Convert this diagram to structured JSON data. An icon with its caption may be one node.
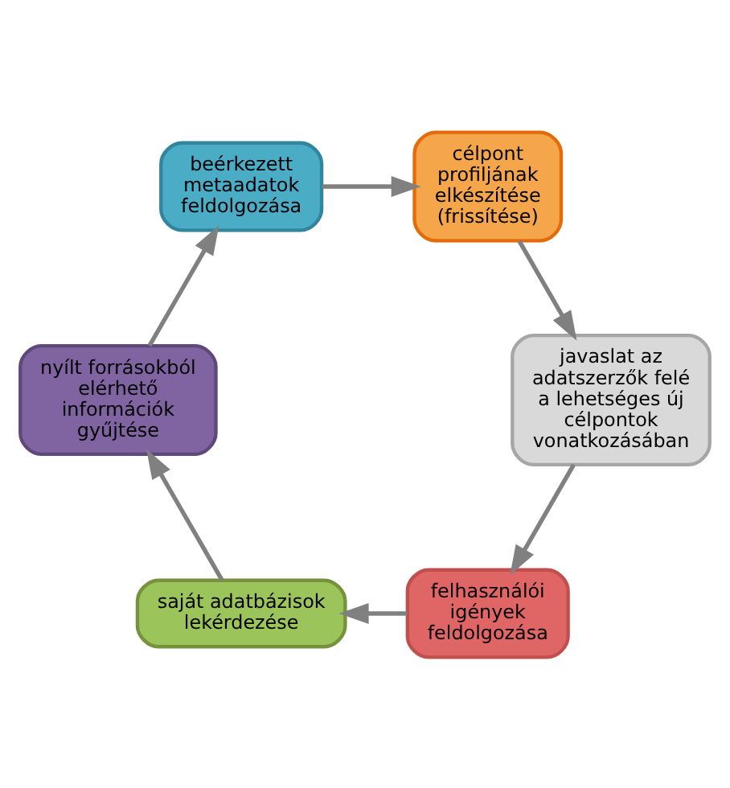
{
  "diagram": {
    "nodes": [
      {
        "text": [
          "felhasználói igények feldolgozása"
        ]
      },
      {
        "text": [
          "saját adatbázisok lekérdezése"
        ]
      },
      {
        "text": [
          "nyílt forrásokból elérhető információk gyűjtése"
        ]
      },
      {
        "text": [
          "beérkezett metaadatok feldolgozása"
        ]
      },
      {
        "text": [
          "célpont profiljának elkészítése (frissítése)"
        ]
      },
      {
        "text": [
          "javaslat az adatszerzők felé a lehetséges új célpontok vonatkozásában"
        ]
      }
    ],
    "edges": [
      {
        "from": 0,
        "to": 1,
        "arrow": "to"
      },
      {
        "from": 1,
        "to": 2,
        "arrow": "to"
      },
      {
        "from": 2,
        "to": 3,
        "arrow": "to"
      },
      {
        "from": 3,
        "to": 4,
        "arrow": "to"
      },
      {
        "from": 4,
        "to": 5,
        "arrow": "to"
      },
      {
        "from": 5,
        "to": 0,
        "arrow": "to"
      }
    ]
  }
}
